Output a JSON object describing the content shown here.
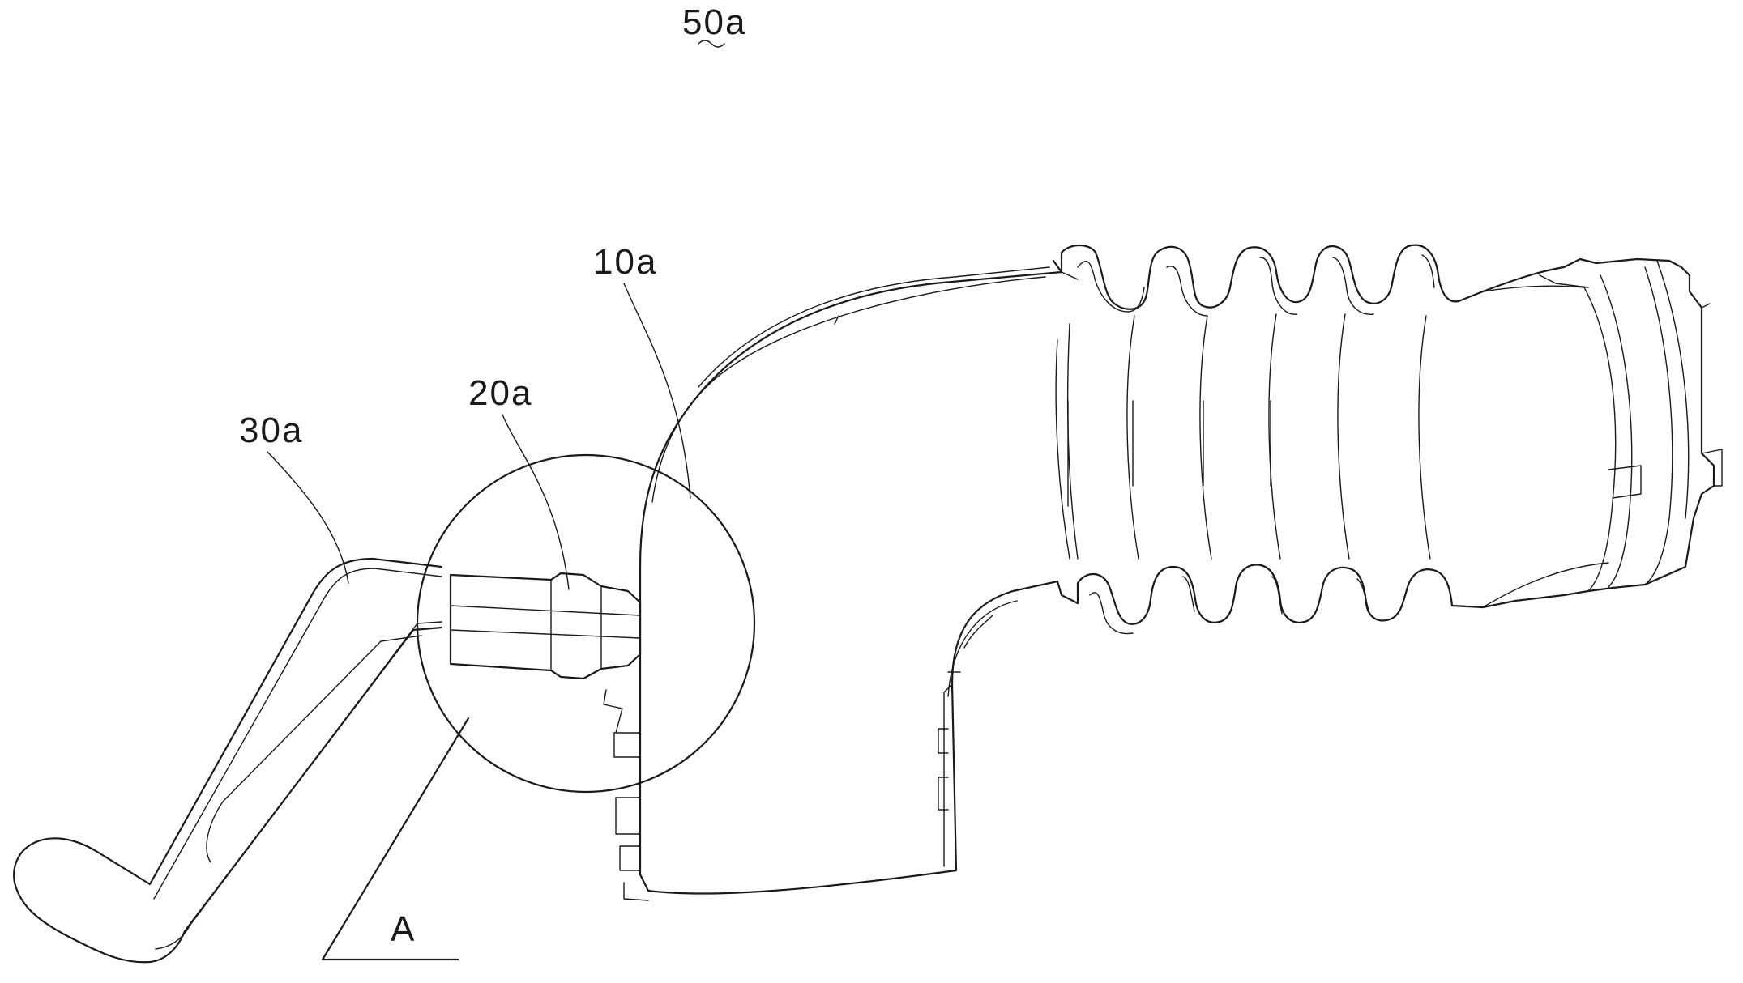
{
  "figure": {
    "labels": {
      "label_50a": "50a",
      "label_10a": "10a",
      "label_20a": "20a",
      "label_30a": "30a",
      "label_A": "A"
    },
    "stroke_color": "#1a1a1a",
    "background": "#ffffff"
  }
}
